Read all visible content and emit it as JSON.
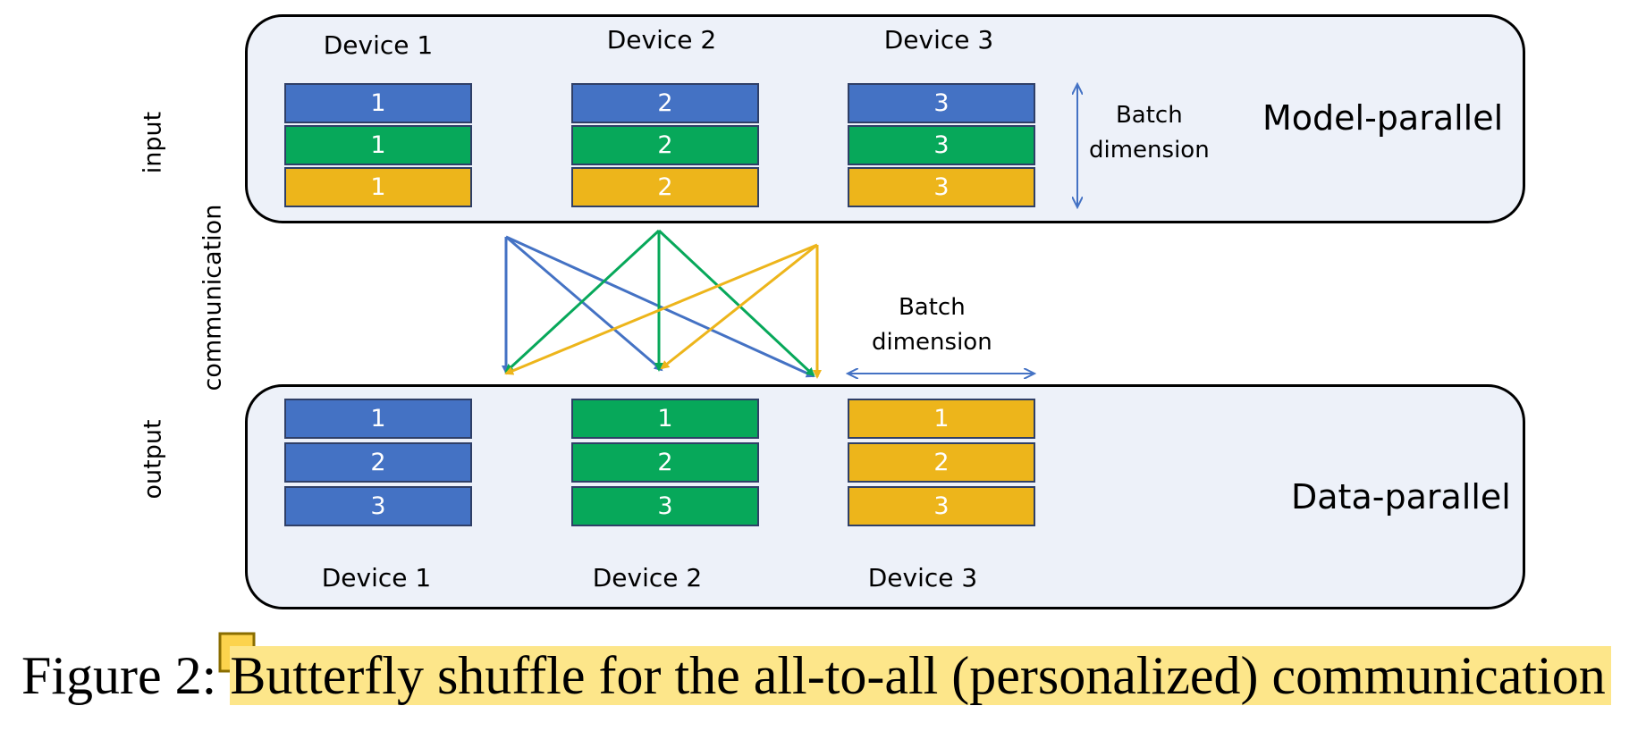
{
  "colors": {
    "blue": "#4472c4",
    "green": "#07a85a",
    "yellow": "#edb51b",
    "highlight": "#fde68a"
  },
  "top": {
    "device_labels": [
      "Device 1",
      "Device 2",
      "Device 3"
    ],
    "title": "Model-parallel",
    "batch_label": [
      "Batch",
      "dimension"
    ],
    "side_label": "input",
    "blocks": [
      [
        "1",
        "1",
        "1"
      ],
      [
        "2",
        "2",
        "2"
      ],
      [
        "3",
        "3",
        "3"
      ]
    ]
  },
  "middle": {
    "side_label": "communication",
    "batch_label": [
      "Batch",
      "dimension"
    ]
  },
  "bottom": {
    "device_labels": [
      "Device 1",
      "Device 2",
      "Device 3"
    ],
    "title": "Data-parallel",
    "side_label": "output",
    "blocks": [
      [
        "1",
        "2",
        "3"
      ],
      [
        "1",
        "2",
        "3"
      ],
      [
        "1",
        "2",
        "3"
      ]
    ]
  },
  "caption": {
    "prefix": "Figure 2: ",
    "text": "Butterfly shuffle for the all-to-all (personalized) communication",
    "note_icon": "sticky-note-icon"
  }
}
